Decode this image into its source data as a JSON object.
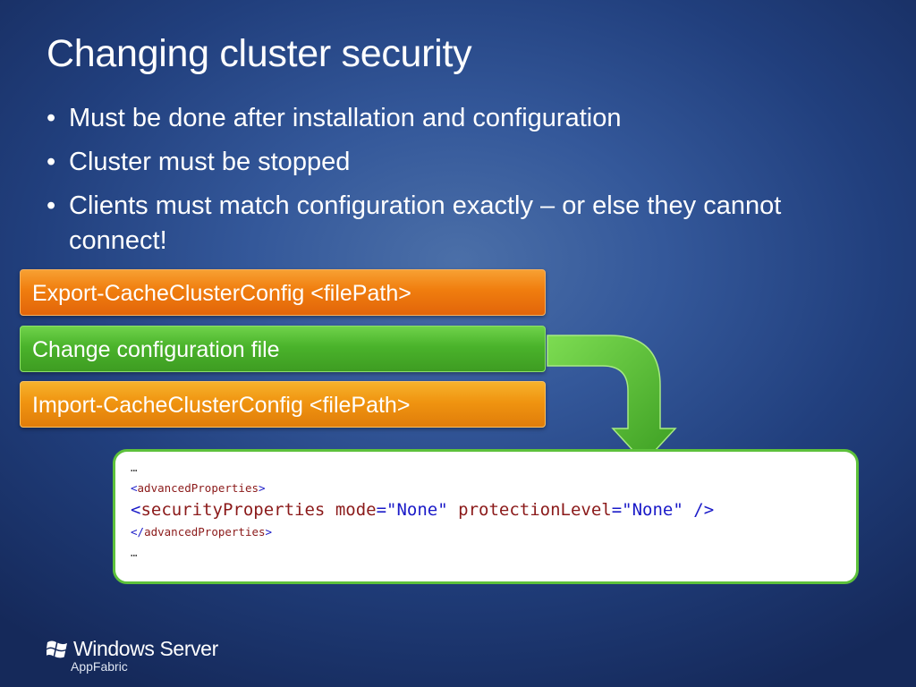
{
  "slide": {
    "title": "Changing cluster security",
    "bullets": [
      "Must be done after installation and configuration",
      "Cluster must be stopped",
      "Clients must match configuration exactly – or else they cannot connect!"
    ]
  },
  "steps": [
    {
      "label": "Export-CacheClusterConfig <filePath>",
      "color": "#f07d0e"
    },
    {
      "label": "Change configuration file",
      "color": "#4ab32b"
    },
    {
      "label": "Import-CacheClusterConfig <filePath>",
      "color": "#f09410"
    }
  ],
  "code": {
    "ellipsis": "…",
    "open_lt": "<",
    "open_tag": "advancedProperties",
    "open_gt": ">",
    "sec_lt": "<",
    "sec_tag": "securityProperties",
    "mode_attr": "mode",
    "eq": "=",
    "mode_val": "\"None\"",
    "prot_attr": "protectionLevel",
    "prot_val": "\"None\"",
    "self_close": "/>",
    "close_lt": "</",
    "close_tag": "advancedProperties",
    "close_gt": ">"
  },
  "brand": {
    "name": "Windows Server",
    "sub": "AppFabric",
    "logo_icon": "windows-flag-icon"
  }
}
